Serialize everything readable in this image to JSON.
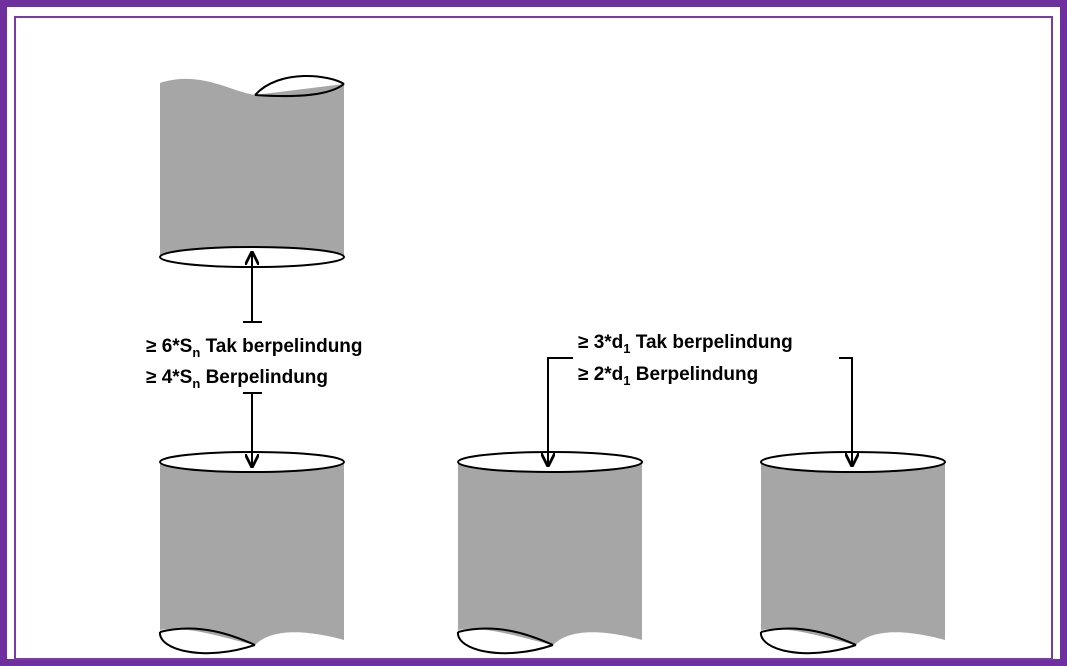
{
  "diagram": {
    "left_label": {
      "line1": {
        "prefix": "≥ 6*S",
        "sub": "n",
        "suffix": " Tak berpelindung"
      },
      "line2": {
        "prefix": "≥ 4*S",
        "sub": "n",
        "suffix": " Berpelindung"
      }
    },
    "right_label": {
      "line1": {
        "prefix": "≥ 3*d",
        "sub": "1",
        "suffix": " Tak berpelindung"
      },
      "line2": {
        "prefix": "≥ 2*d",
        "sub": "1",
        "suffix": " Berpelindung"
      }
    },
    "colors": {
      "pipe_fill": "#a6a6a6",
      "frame": "#6f2f9f",
      "stroke": "#000000"
    }
  }
}
